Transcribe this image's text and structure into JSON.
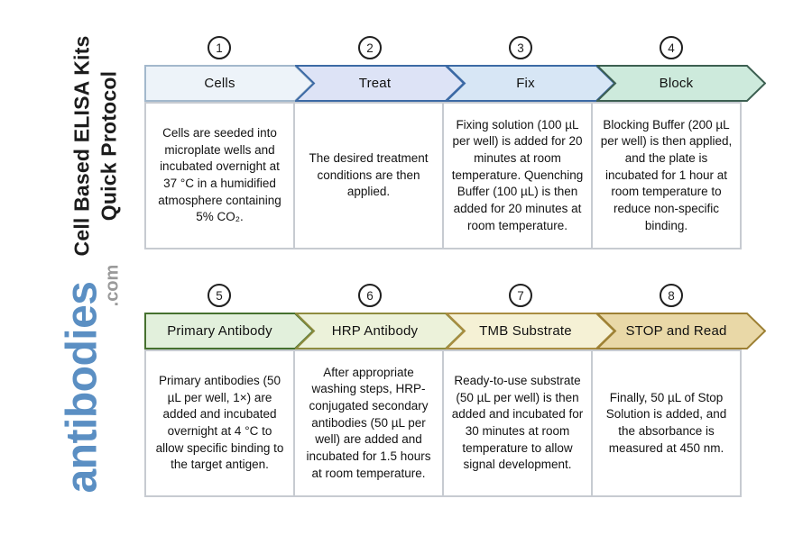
{
  "page": {
    "background": "#ffffff"
  },
  "branding": {
    "title_line1": "Cell Based ELISA Kits",
    "title_line2": "Quick Protocol",
    "logo_text": "antibodies",
    "logo_suffix": ".com",
    "logo_color": "#5b8fc3",
    "logo_suffix_color": "#9a9a9a"
  },
  "box_border_color": "#c7cbd1",
  "steps": [
    {
      "number": "1",
      "title": "Cells",
      "description": "Cells are seeded into microplate wells and incubated overnight at 37 °C in a humidified atmosphere containing 5% CO₂.",
      "fill": "#edf3f9",
      "stroke": "#a3b8cc"
    },
    {
      "number": "2",
      "title": "Treat",
      "description": "The desired treatment conditions are then applied.",
      "fill": "#dde3f6",
      "stroke": "#3c6aa5"
    },
    {
      "number": "3",
      "title": "Fix",
      "description": "Fixing solution (100 µL per well) is added for 20 minutes at room temperature. Quenching Buffer (100 µL) is then added for 20 minutes at room temperature.",
      "fill": "#d7e6f5",
      "stroke": "#3c6aa5"
    },
    {
      "number": "4",
      "title": "Block",
      "description": "Blocking Buffer (200 µL per well) is then applied, and the plate is incubated for 1 hour at room temperature to reduce non-specific binding.",
      "fill": "#cdeadc",
      "stroke": "#3c5f51"
    },
    {
      "number": "5",
      "title": "Primary Antibody",
      "description": "Primary antibodies (50 µL per well, 1×) are added and incubated overnight at 4 °C to allow specific binding to the target antigen.",
      "fill": "#e2f0dc",
      "stroke": "#46712f"
    },
    {
      "number": "6",
      "title": "HRP Antibody",
      "description": "After appropriate washing steps, HRP-conjugated secondary antibodies (50 µL per well) are added and incubated for 1.5 hours at room temperature.",
      "fill": "#ecf2da",
      "stroke": "#8e8c3f"
    },
    {
      "number": "7",
      "title": "TMB Substrate",
      "description": "Ready-to-use substrate (50 µL per well) is then added and incubated for 30 minutes at room temperature to allow signal development.",
      "fill": "#f5f1d5",
      "stroke": "#a98d41"
    },
    {
      "number": "8",
      "title": "STOP and Read",
      "description": "Finally, 50 µL of Stop Solution is added, and the absorbance is measured at 450 nm.",
      "fill": "#e9d8a7",
      "stroke": "#9d8034"
    }
  ]
}
